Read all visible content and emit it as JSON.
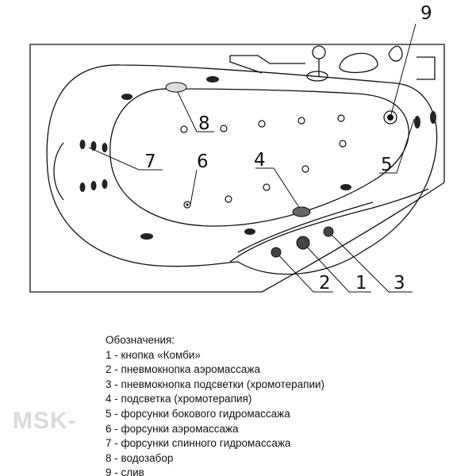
{
  "callouts": {
    "c1": "1",
    "c2": "2",
    "c3": "3",
    "c4": "4",
    "c5": "5",
    "c6": "6",
    "c7": "7",
    "c8": "8",
    "c9": "9"
  },
  "legend": {
    "title": "Обозначения:",
    "items": [
      "1 - кнопка «Комби»",
      "2 - пневмокнопка аэромассажа",
      "3 - пневмокнопка подсветки (хромотерапии)",
      "4 - подсветка (хромотерапия)",
      "5 - форсунки бокового гидромассажа",
      "6 - форсунки аэромассажа",
      "7 - форсунки спинного гидромассажа",
      "8 - водозабор",
      "9 - слив"
    ]
  },
  "watermark": {
    "text": "MSK-"
  }
}
